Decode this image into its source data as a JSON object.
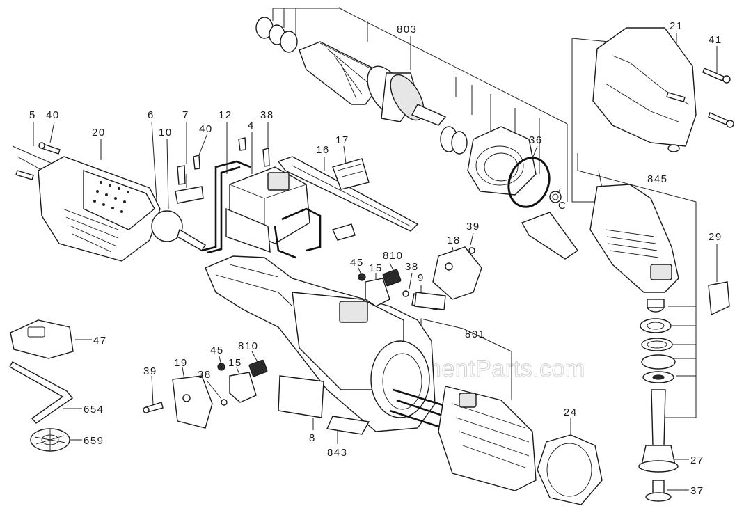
{
  "labels": [
    {
      "id": "p803",
      "text": "803"
    },
    {
      "id": "p21",
      "text": "21"
    },
    {
      "id": "p41",
      "text": "41"
    },
    {
      "id": "p5",
      "text": "5"
    },
    {
      "id": "p40a",
      "text": "40"
    },
    {
      "id": "p20",
      "text": "20"
    },
    {
      "id": "p6",
      "text": "6"
    },
    {
      "id": "p7",
      "text": "7"
    },
    {
      "id": "p12",
      "text": "12"
    },
    {
      "id": "p38a",
      "text": "38"
    },
    {
      "id": "p10a",
      "text": "10"
    },
    {
      "id": "p40b",
      "text": "40"
    },
    {
      "id": "p4",
      "text": "4"
    },
    {
      "id": "p17",
      "text": "17"
    },
    {
      "id": "p16",
      "text": "16"
    },
    {
      "id": "p36",
      "text": "36"
    },
    {
      "id": "p845",
      "text": "845"
    },
    {
      "id": "pC",
      "text": "C"
    },
    {
      "id": "p39a",
      "text": "39"
    },
    {
      "id": "p18",
      "text": "18"
    },
    {
      "id": "p29",
      "text": "29"
    },
    {
      "id": "p45a",
      "text": "45"
    },
    {
      "id": "p810a",
      "text": "810"
    },
    {
      "id": "p15a",
      "text": "15"
    },
    {
      "id": "p38b",
      "text": "38"
    },
    {
      "id": "p9",
      "text": "9"
    },
    {
      "id": "p801",
      "text": "801"
    },
    {
      "id": "p47",
      "text": "47"
    },
    {
      "id": "p45b",
      "text": "45"
    },
    {
      "id": "p810b",
      "text": "810"
    },
    {
      "id": "p15b",
      "text": "15"
    },
    {
      "id": "p39b",
      "text": "39"
    },
    {
      "id": "p19",
      "text": "19"
    },
    {
      "id": "p38c",
      "text": "38"
    },
    {
      "id": "p654",
      "text": "654"
    },
    {
      "id": "p659",
      "text": "659"
    },
    {
      "id": "p24",
      "text": "24"
    },
    {
      "id": "p8",
      "text": "8"
    },
    {
      "id": "p843",
      "text": "843"
    },
    {
      "id": "p27",
      "text": "27"
    },
    {
      "id": "p37",
      "text": "37"
    }
  ],
  "watermark": "eReplacementParts.com"
}
